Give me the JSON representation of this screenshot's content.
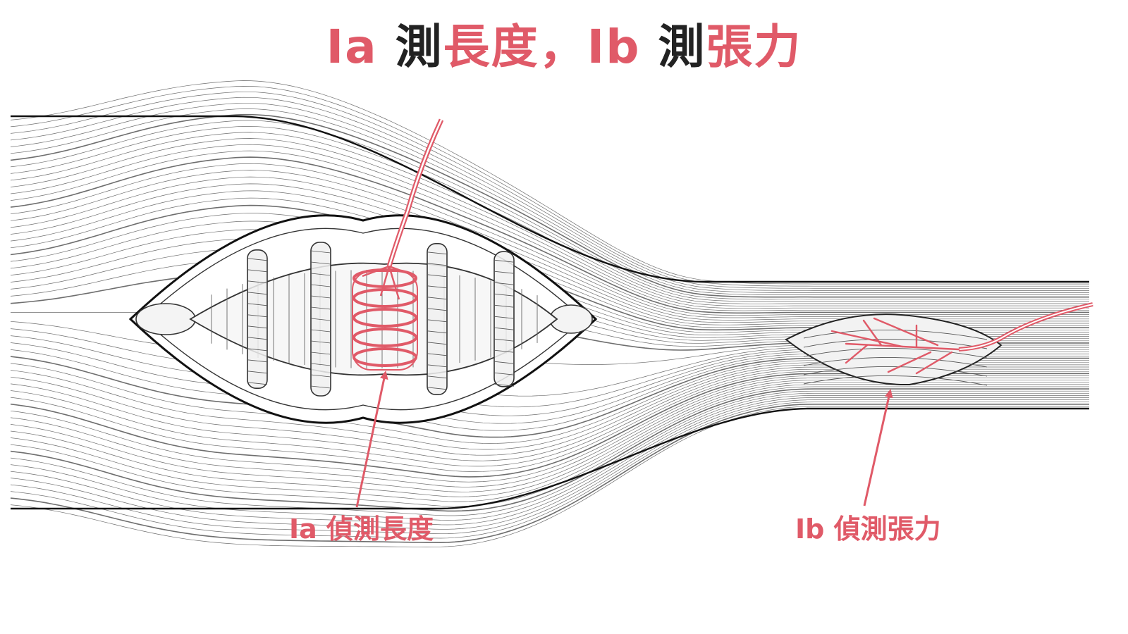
{
  "colors": {
    "accent": "#e05a68",
    "ink": "#222222",
    "fiber": "#555555",
    "background": "#ffffff"
  },
  "title": {
    "segments": [
      {
        "text": "Ia ",
        "accent": true
      },
      {
        "text": "測",
        "accent": false
      },
      {
        "text": "長度",
        "accent": true
      },
      {
        "text": "，",
        "accent": true
      },
      {
        "text": "Ib ",
        "accent": true
      },
      {
        "text": "測",
        "accent": false
      },
      {
        "text": "張力",
        "accent": true
      }
    ]
  },
  "labels": {
    "ia": "Ia 偵測長度",
    "ib": "Ib 偵測張力"
  }
}
